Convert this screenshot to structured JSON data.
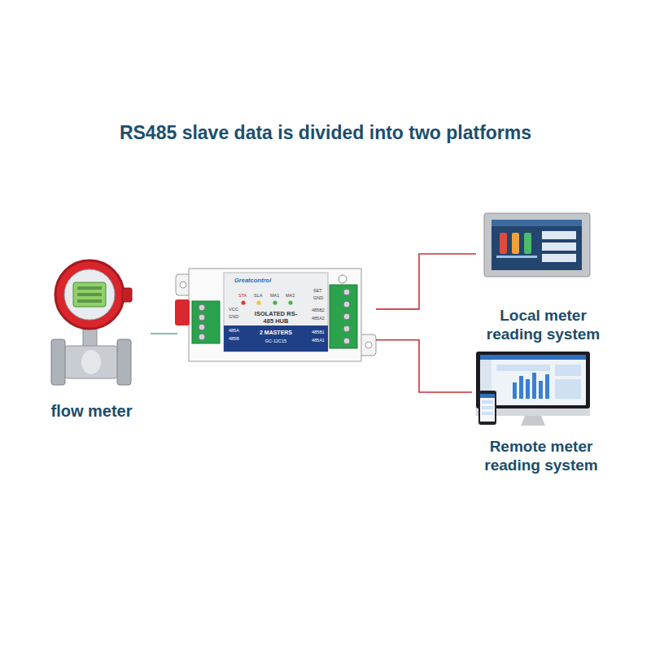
{
  "diagram": {
    "title": "RS485 slave data is divided into two platforms",
    "nodes": [
      {
        "text": [
          "flow meter"
        ]
      },
      {
        "text": [
          "Greatcontrol",
          "ISOLATED RS-485 HUB",
          "2 MASTERS",
          "GC-12C15"
        ]
      },
      {
        "text": [
          "Local meter reading system"
        ]
      },
      {
        "text": [
          "Remote meter reading system"
        ]
      }
    ],
    "edges": [
      {
        "from": 0,
        "to": 1,
        "arrow": "none"
      },
      {
        "from": 1,
        "to": 2,
        "arrow": "none"
      },
      {
        "from": 1,
        "to": 3,
        "arrow": "none"
      }
    ],
    "labels": [
      "STA",
      "SLA",
      "MA1",
      "MA2",
      "SET",
      "VCC",
      "GND",
      "485A",
      "485B",
      "GND",
      "485B2",
      "485A2",
      "485B1",
      "485A1"
    ]
  }
}
